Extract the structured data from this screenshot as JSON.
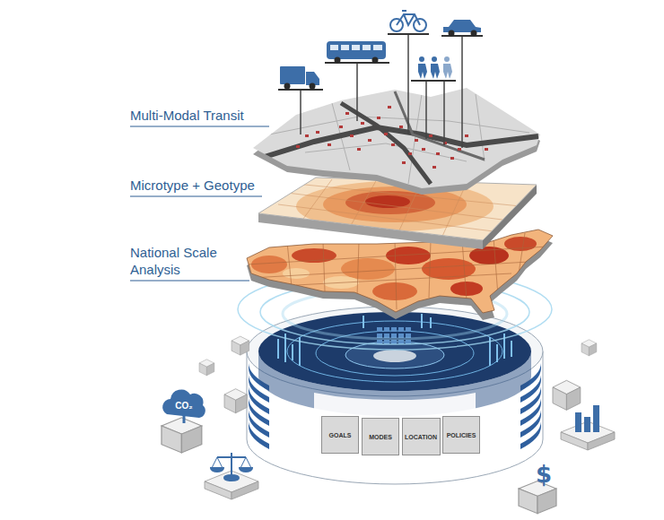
{
  "diagram": {
    "nodes": [
      {
        "text": [
          "GOALS"
        ]
      },
      {
        "text": [
          "MODES"
        ]
      },
      {
        "text": [
          "LOCATION"
        ]
      },
      {
        "text": [
          "POLICIES"
        ]
      }
    ],
    "labels": [
      "Multi-Modal Transit",
      "Microtype + Geotype",
      "National Scale Analysis",
      "CO₂"
    ]
  }
}
